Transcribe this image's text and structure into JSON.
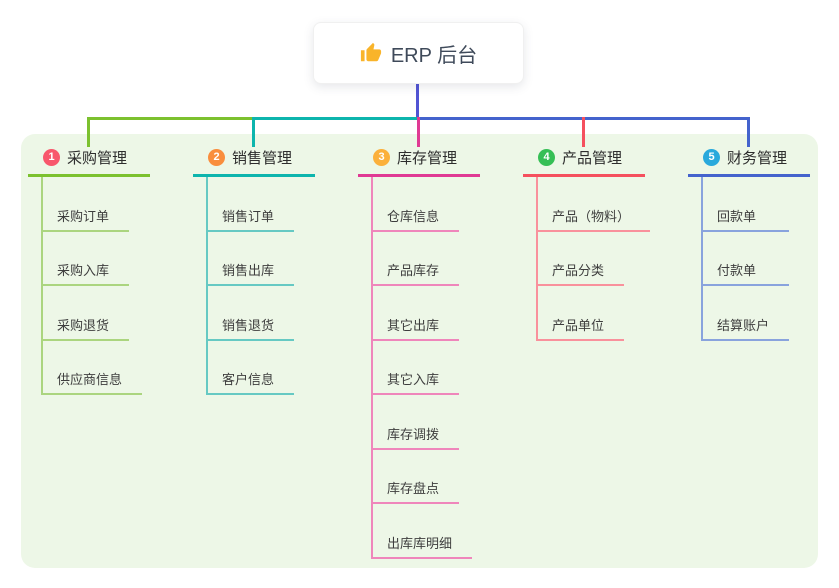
{
  "root": {
    "icon": "thumbs-up-icon",
    "label": "ERP 后台",
    "line_color": "#5154d4",
    "icon_color": "#f9b42a"
  },
  "panel_color": "#edf7e7",
  "branches": [
    {
      "index": "1",
      "label": "采购管理",
      "color": "#7cc12f",
      "light_color": "#abd57f",
      "badge_color": "#f8576c",
      "children": [
        "采购订单",
        "采购入库",
        "采购退货",
        "供应商信息"
      ]
    },
    {
      "index": "2",
      "label": "销售管理",
      "color": "#0db5ad",
      "light_color": "#66c9c3",
      "badge_color": "#f98e3d",
      "children": [
        "销售订单",
        "销售出库",
        "销售退货",
        "客户信息"
      ]
    },
    {
      "index": "3",
      "label": "库存管理",
      "color": "#e03a94",
      "light_color": "#ef86bb",
      "badge_color": "#fbb03b",
      "children": [
        "仓库信息",
        "产品库存",
        "其它出库",
        "其它入库",
        "库存调拨",
        "库存盘点",
        "出库库明细"
      ]
    },
    {
      "index": "4",
      "label": "产品管理",
      "color": "#f5505e",
      "light_color": "#f9919c",
      "badge_color": "#36bf56",
      "children": [
        "产品（物料）",
        "产品分类",
        "产品单位"
      ]
    },
    {
      "index": "5",
      "label": "财务管理",
      "color": "#4463cd",
      "light_color": "#89a3dd",
      "badge_color": "#29a9dc",
      "children": [
        "回款单",
        "付款单",
        "结算账户"
      ]
    }
  ]
}
